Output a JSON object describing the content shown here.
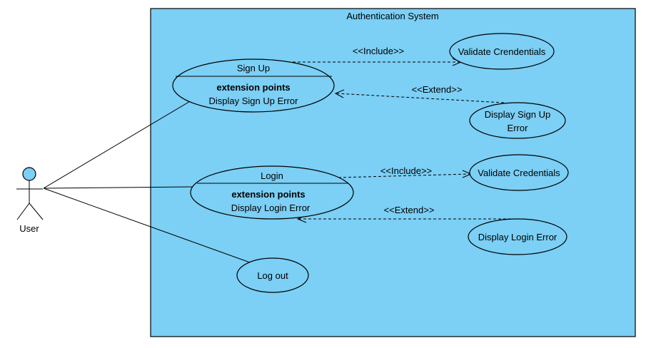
{
  "system": {
    "title": "Authentication System"
  },
  "actor": {
    "name": "User"
  },
  "use_cases": {
    "sign_up": {
      "name": "Sign Up",
      "ext_heading": "extension points",
      "ext_point": "Display Sign Up Error"
    },
    "login": {
      "name": "Login",
      "ext_heading": "extension points",
      "ext_point": "Display Login Error"
    },
    "logout": {
      "name": "Log out"
    },
    "validate_crendentials": {
      "name": "Validate Crendentials"
    },
    "display_sign_up_error": {
      "line1": "Display Sign Up",
      "line2": "Error"
    },
    "validate_credentials": {
      "name": "Validate Credentials"
    },
    "display_login_error": {
      "name": "Display Login Error"
    }
  },
  "relations": {
    "include_1": "<<Include>>",
    "extend_1": "<<Extend>>",
    "include_2": "<<Include>>",
    "extend_2": "<<Extend>>"
  },
  "colors": {
    "system_fill": "#7ccff5",
    "outline": "#000000"
  }
}
